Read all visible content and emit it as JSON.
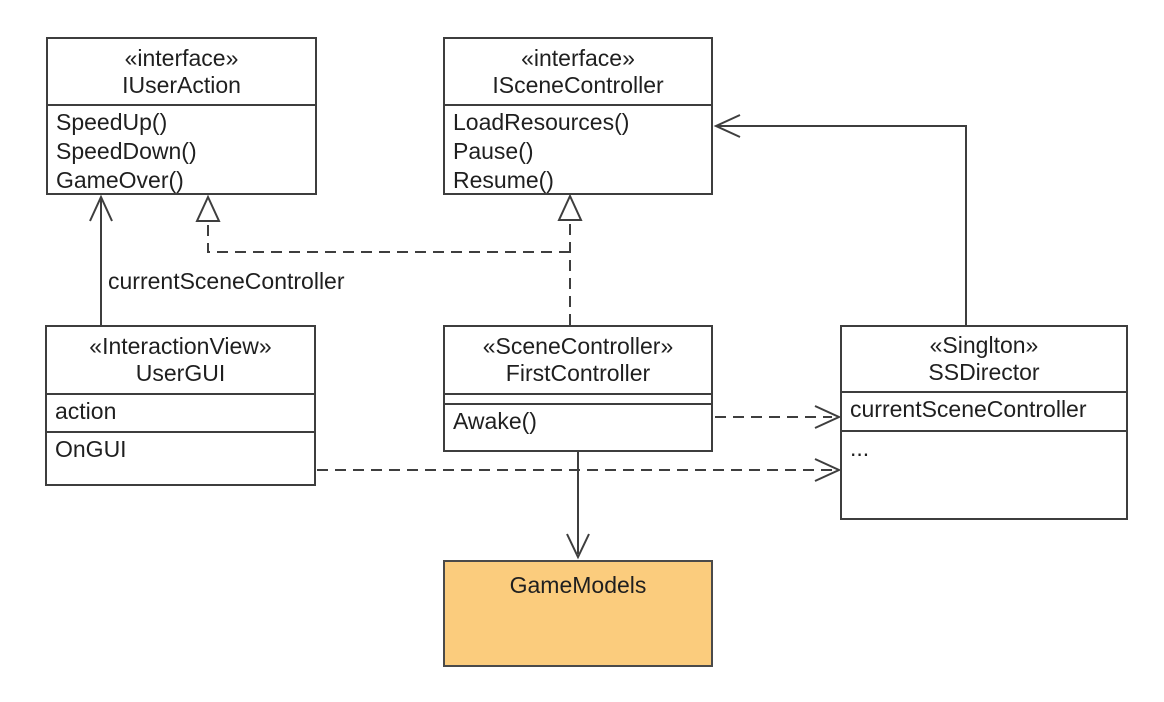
{
  "diagram": {
    "kind": "uml-class-diagram",
    "background_color": "#ffffff",
    "line_color": "#3e3e3e",
    "text_color": "#1f1f1f"
  },
  "classes": [
    {
      "id": "iuseraction",
      "stereotype": "«interface»",
      "name": "IUserAction",
      "attributes": [],
      "methods": [
        "SpeedUp()",
        "SpeedDown()",
        "GameOver()"
      ]
    },
    {
      "id": "iscenecontroller",
      "stereotype": "«interface»",
      "name": "ISceneController",
      "attributes": [],
      "methods": [
        "LoadResources()",
        "Pause()",
        "Resume()"
      ]
    },
    {
      "id": "usergui",
      "stereotype": "«InteractionView»",
      "name": "UserGUI",
      "attributes": [
        "action"
      ],
      "methods": [
        "OnGUI"
      ]
    },
    {
      "id": "firstcontroller",
      "stereotype": "«SceneController»",
      "name": "FirstController",
      "attributes": [],
      "methods": [
        "Awake()"
      ]
    },
    {
      "id": "ssdirector",
      "stereotype": "«Singlton»",
      "name": "SSDirector",
      "attributes": [
        "currentSceneController"
      ],
      "methods": [
        "..."
      ]
    }
  ],
  "node": {
    "name": "GameModels",
    "fill_color": "#fbcc7d",
    "border_color": "#4a4a4a"
  },
  "edge_label": "currentSceneController",
  "relationships": [
    {
      "from": "UserGUI",
      "to": "IUserAction",
      "type": "association-arrow",
      "label": "currentSceneController"
    },
    {
      "from": "FirstController",
      "to": "IUserAction",
      "type": "realization-dashed-triangle"
    },
    {
      "from": "FirstController",
      "to": "ISceneController",
      "type": "realization-dashed-triangle"
    },
    {
      "from": "SSDirector",
      "to": "ISceneController",
      "type": "association-arrow"
    },
    {
      "from": "FirstController",
      "to": "SSDirector",
      "type": "dependency-dashed-arrow"
    },
    {
      "from": "UserGUI",
      "to": "SSDirector",
      "type": "dependency-dashed-arrow"
    },
    {
      "from": "FirstController",
      "to": "GameModels",
      "type": "association-arrow"
    }
  ]
}
